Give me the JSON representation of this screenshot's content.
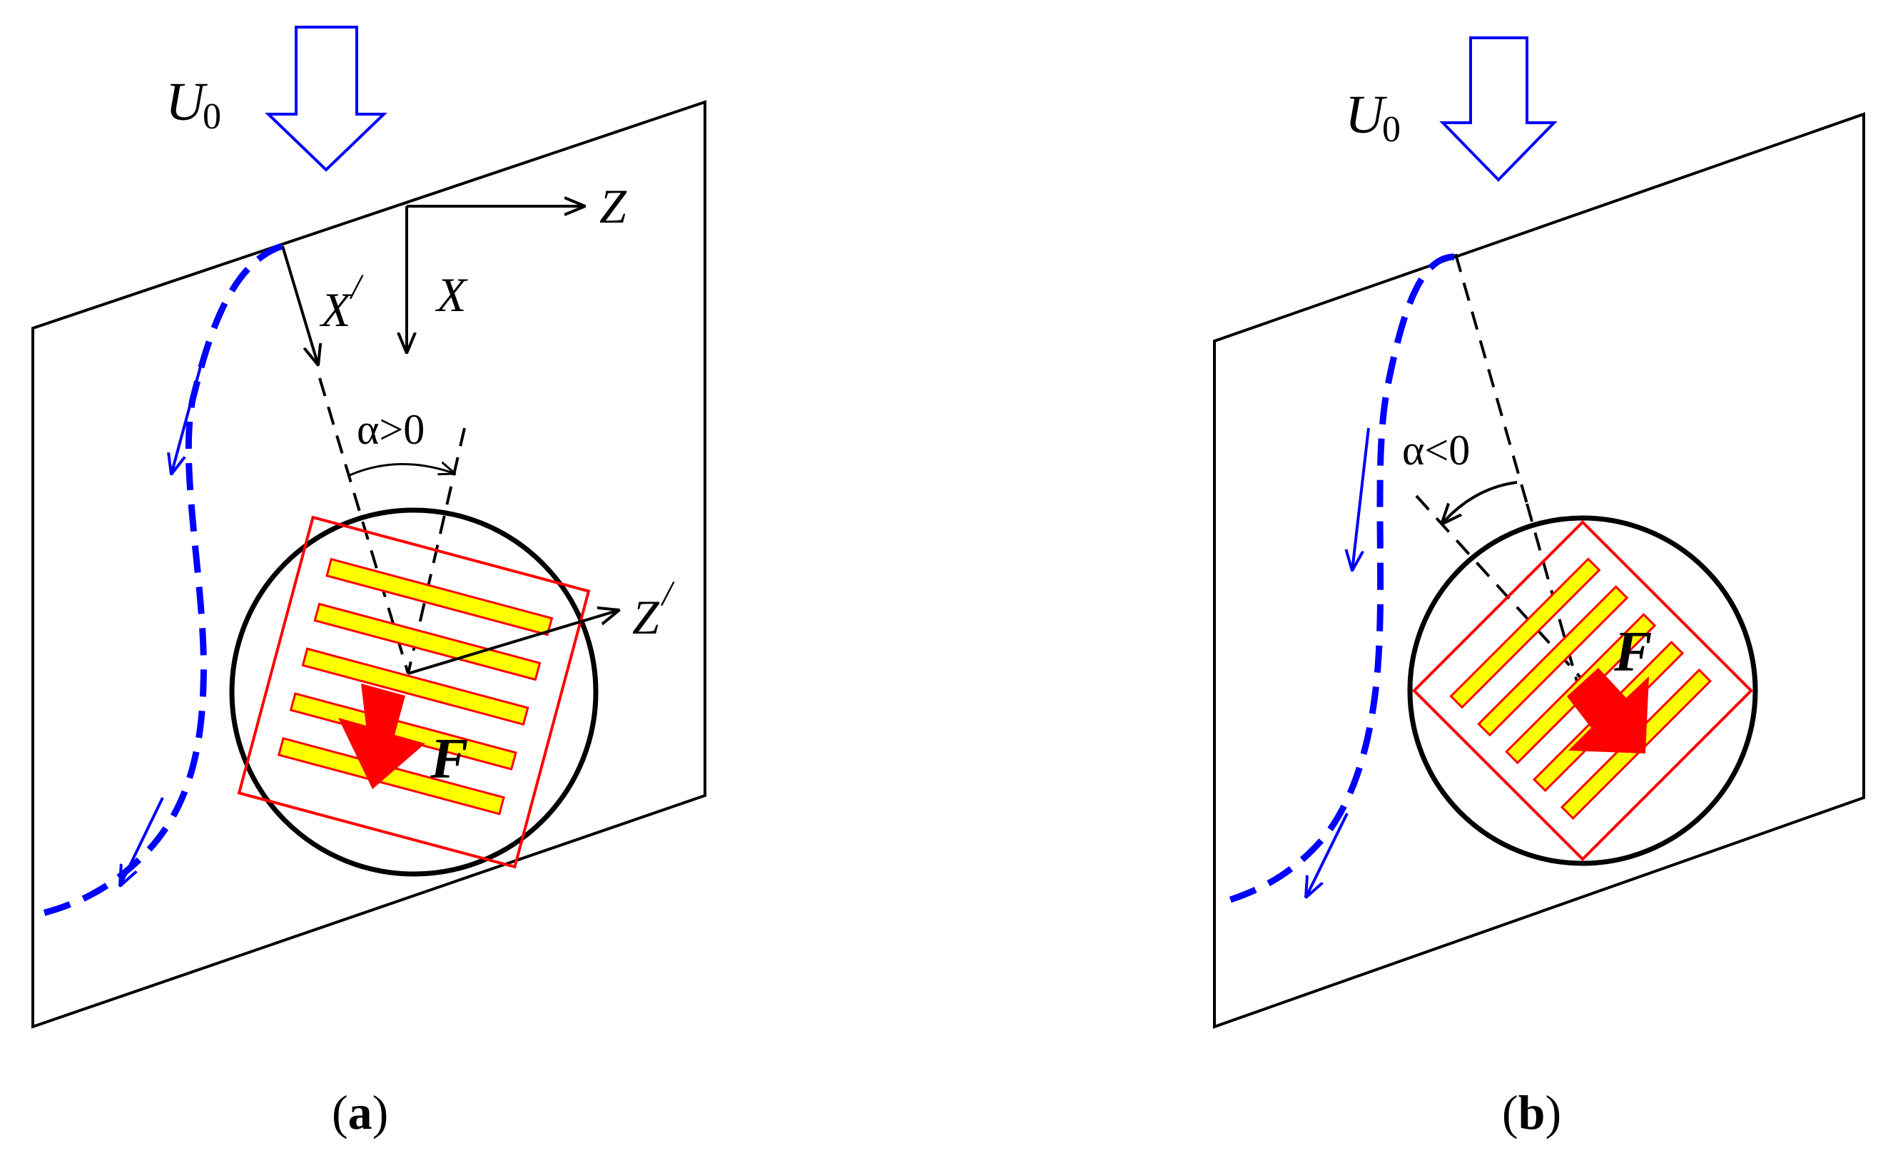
{
  "panels": [
    {
      "id": "a",
      "flow_label": "U",
      "flow_sub": "0",
      "axis_z": "Z",
      "axis_x": "X",
      "axis_x_prime": "X",
      "axis_z_prime": "Z",
      "prime_mark": "/",
      "angle_label": "α>0",
      "force_label": "F",
      "caption_open": "(",
      "caption_letter": "a",
      "caption_close": ")"
    },
    {
      "id": "b",
      "flow_label": "U",
      "flow_sub": "0",
      "angle_label": "α<0",
      "force_label": "F",
      "caption_open": "(",
      "caption_letter": "b",
      "caption_close": ")"
    }
  ],
  "colors": {
    "flow_arrow": "#0000ff",
    "flow_line": "#0000ff",
    "plate": "#ff0000",
    "electrode_fill": "#ffff00",
    "electrode_stroke": "#ff0000",
    "force_arrow": "#ff0000",
    "outline": "#000000"
  }
}
